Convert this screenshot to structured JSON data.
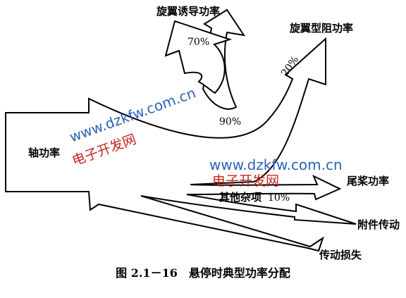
{
  "labels": {
    "rotor_induced_power": "旋翼诱导功率",
    "rotor_profile_power": "旋翼型阻功率",
    "shaft_power": "轴功率",
    "other_misc": "其他杂项",
    "other_misc_pct": "10%",
    "tail_rotor_power": "尾桨功率",
    "accessory_drive": "附件传动",
    "transmission_loss": "传动损失"
  },
  "percentages": {
    "induced": "70%",
    "profile": "20%",
    "main_rotor_total": "90%"
  },
  "watermarks": {
    "url_1": "www.dzkfw.com.cn",
    "cn_1": "电子开发网",
    "url_2": "www.dzkfw.com.cn",
    "cn_2": "电子开发网"
  },
  "caption": "图 2.1－16　悬停时典型功率分配",
  "colors": {
    "stroke": "#000000",
    "fill": "#ffffff",
    "watermark_url": "#2e63b8",
    "watermark_cn": "#c7261e"
  }
}
